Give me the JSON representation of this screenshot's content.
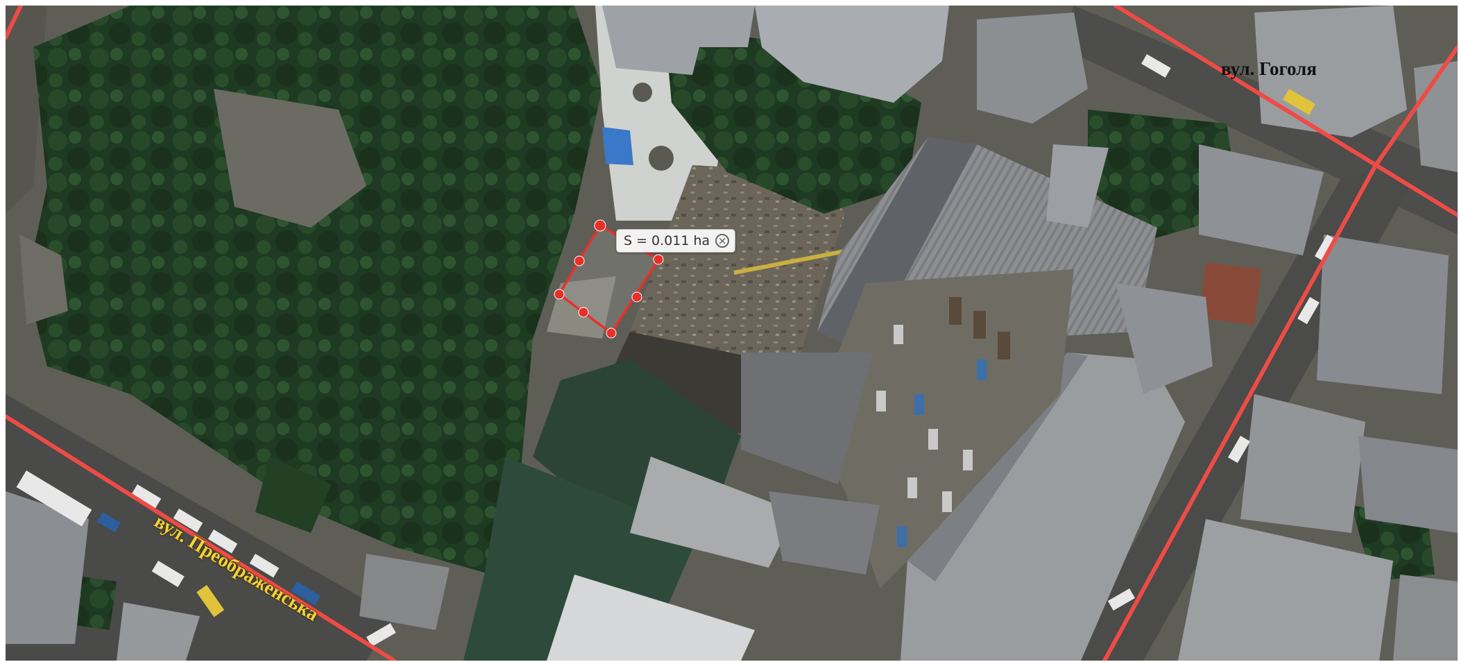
{
  "map": {
    "type": "satellite",
    "streets": [
      {
        "name": "вул. Гоголя"
      },
      {
        "name": "вул. Преображенська"
      }
    ],
    "measurement": {
      "label": "S = 0.011 ha",
      "close_icon": "×",
      "color": "#e8302a"
    },
    "colors": {
      "street_line": "#ef4b46",
      "street_label_main": "#111111",
      "street_label_secondary": "#f2d23c"
    }
  }
}
